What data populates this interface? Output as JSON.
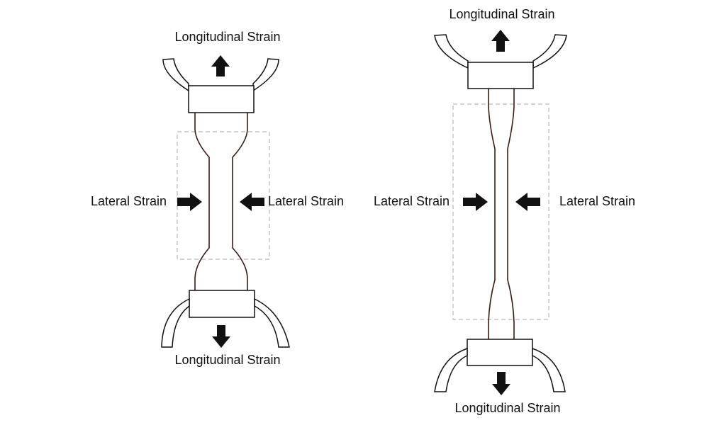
{
  "left_specimen": {
    "top_label": "Longitudinal Strain",
    "bottom_label": "Longitudinal Strain",
    "left_label": "Lateral Strain",
    "right_label": "Lateral Strain"
  },
  "right_specimen": {
    "top_label": "Longitudinal Strain",
    "bottom_label": "Longitudinal Strain",
    "left_label": "Lateral Strain",
    "right_label": "Lateral Strain"
  }
}
